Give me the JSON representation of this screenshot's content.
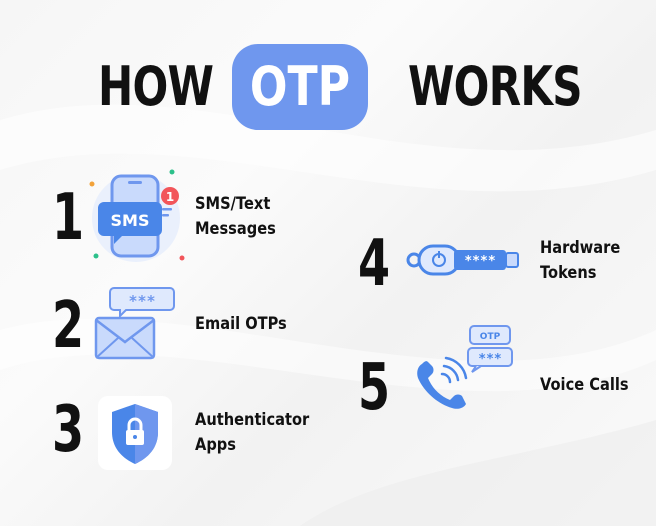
{
  "title": {
    "prefix": "HOW",
    "highlight": "OTP",
    "suffix": "WORKS"
  },
  "colors": {
    "accent": "#6f97ee",
    "icon_blue": "#4a86e8",
    "notification_red": "#f2555a",
    "text": "#111111"
  },
  "methods": [
    {
      "number": "1",
      "label_line1": "SMS/Text",
      "label_line2": "Messages",
      "icon": "sms-phone-icon",
      "icon_text": "SMS",
      "badge": "1"
    },
    {
      "number": "2",
      "label_line1": "Email OTPs",
      "label_line2": "",
      "icon": "email-envelope-icon",
      "icon_text": "***"
    },
    {
      "number": "3",
      "label_line1": "Authenticator",
      "label_line2": "Apps",
      "icon": "shield-lock-icon"
    },
    {
      "number": "4",
      "label_line1": "Hardware",
      "label_line2": "Tokens",
      "icon": "hardware-token-key-icon",
      "icon_text": "****"
    },
    {
      "number": "5",
      "label_line1": "Voice Calls",
      "label_line2": "",
      "icon": "phone-call-icon",
      "icon_text_top": "OTP",
      "icon_text_bottom": "***"
    }
  ]
}
